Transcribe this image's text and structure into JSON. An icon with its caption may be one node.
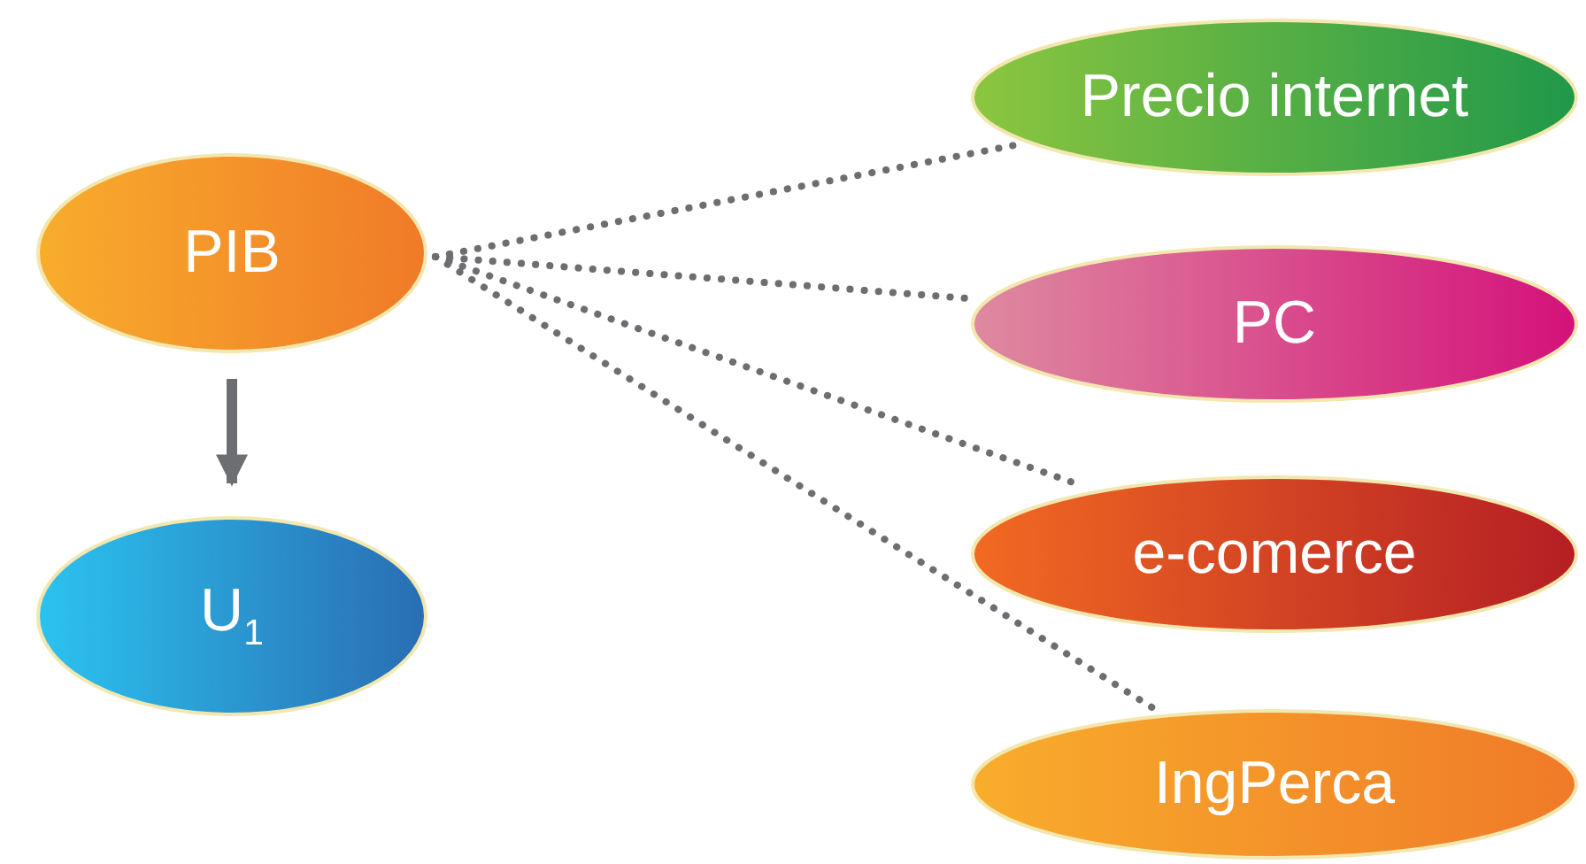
{
  "diagram": {
    "nodes": [
      {
        "text": [
          "PIB"
        ]
      },
      {
        "text": [
          "U$_{1}$"
        ]
      },
      {
        "text": [
          "Precio internet"
        ]
      },
      {
        "text": [
          "PC"
        ]
      },
      {
        "text": [
          "e-comerce"
        ]
      },
      {
        "text": [
          "IngPerca"
        ]
      }
    ],
    "edges": [
      {
        "from": 0,
        "to": 1,
        "arrow": "to"
      },
      {
        "from": 0,
        "to": 2,
        "arrow": "none",
        "style": "dashed"
      },
      {
        "from": 0,
        "to": 3,
        "arrow": "none",
        "style": "dashed"
      },
      {
        "from": 0,
        "to": 4,
        "arrow": "none",
        "style": "dashed"
      },
      {
        "from": 0,
        "to": 5,
        "arrow": "none",
        "style": "dashed"
      }
    ]
  }
}
